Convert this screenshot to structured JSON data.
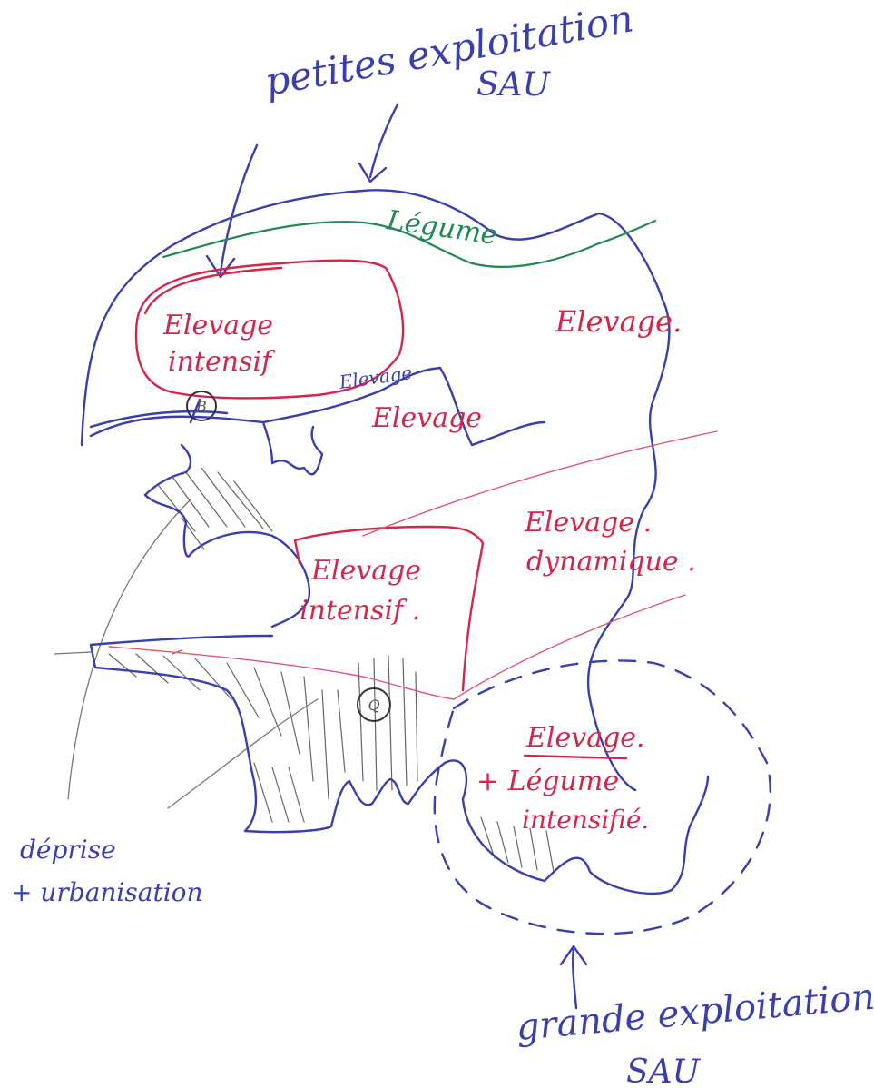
{
  "colors": {
    "ink_blue": "#3a3fb0",
    "ink_red": "#d6254a",
    "ink_green": "#1f8a55",
    "pencil_grey": "#555555"
  },
  "labels": {
    "top_title_line1": "petites exploitation",
    "top_title_line2": "SAU",
    "legume_top": "Légume",
    "elevage_intensif_top_line1": "Elevage",
    "elevage_intensif_top_line2": "intensif",
    "elevage_right": "Elevage.",
    "elevage_small_word": "Elevage",
    "elevage_middle": "Elevage",
    "elevage_dynamique_line1": "Elevage .",
    "elevage_dynamique_line2": "dynamique .",
    "elevage_intensif_center_line1": "Elevage",
    "elevage_intensif_center_line2": "intensif .",
    "elevage_legume_line1": "Elevage.",
    "elevage_legume_line2": "+ Légume",
    "elevage_legume_line3": "intensifié.",
    "marker_b": "B",
    "marker_q": "Q",
    "depriee_line1": "déprise",
    "depriee_line2": "+ urbanisation",
    "bottom_title_line1": "grande exploitation",
    "bottom_title_line2": "SAU"
  }
}
